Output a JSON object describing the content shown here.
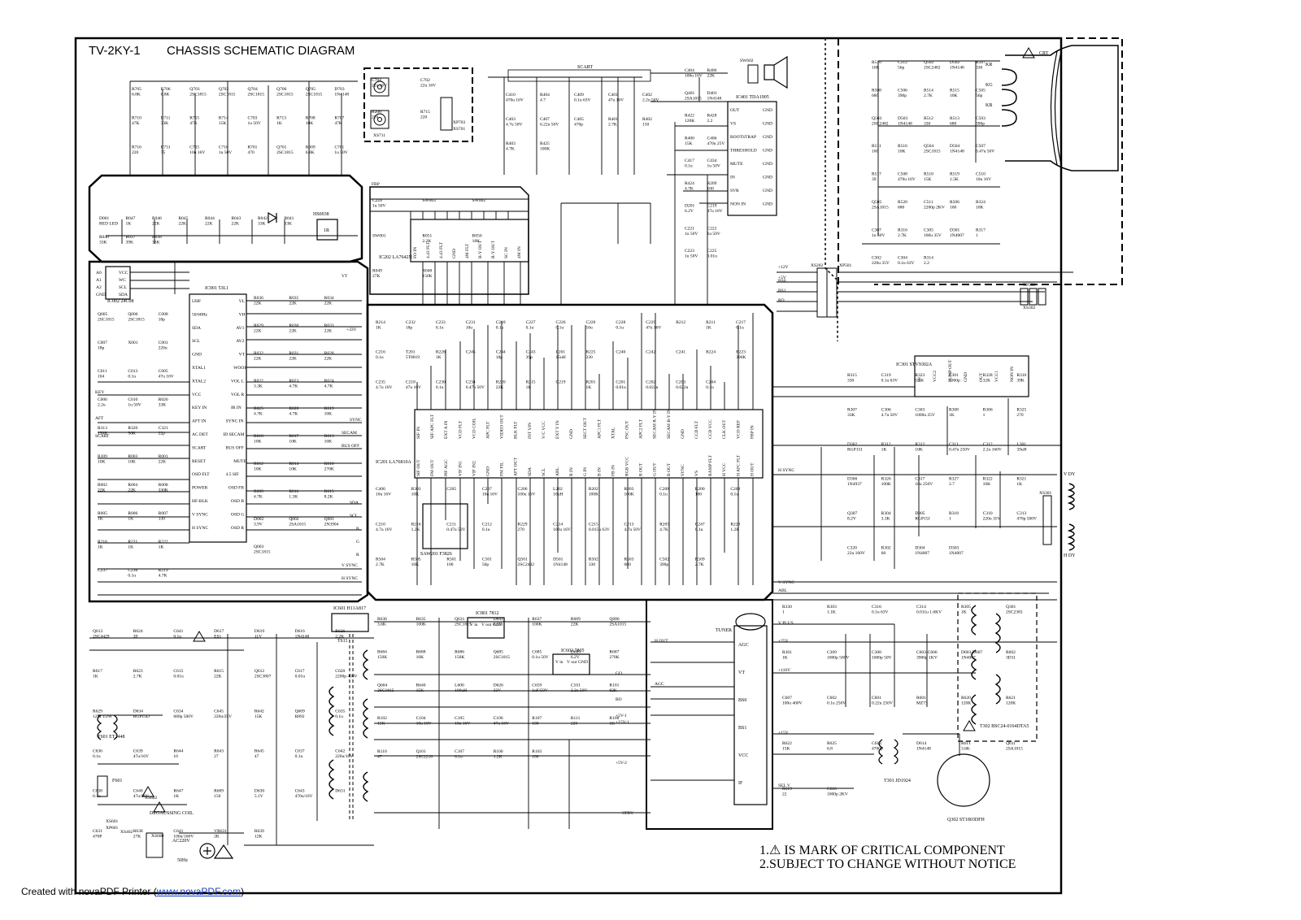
{
  "title": {
    "model": "TV-2KY-1",
    "name": "CHASSIS SCHEMATIC  DIAGRAM"
  },
  "notes": [
    "1.⚠ IS MARK OF CRITICAL COMPONENT",
    "2.SUBJECT TO CHANGE WITHOUT NOTICE"
  ],
  "footer": {
    "prefix": "Created with novaPDF Printer (",
    "link": "www.novaPDF.com",
    "suffix": ")"
  },
  "ics": {
    "ic001": {
      "name": "IC001 53L1",
      "left": [
        "UHF",
        "50/60Hz",
        "SDA",
        "SCL",
        "GND",
        "XTAL1",
        "XTAL2",
        "VCC",
        "KEY IN",
        "AFT IN",
        "AC DET",
        "SCART",
        "RESET",
        "OSD FLT",
        "POWER",
        "HF-BLK",
        "V SYNC",
        "H SYNC"
      ],
      "right": [
        "VL",
        "VH",
        "AV1",
        "AV2",
        "VT",
        "WOOF",
        "VOL L",
        "VOL R",
        "IR IN",
        "SYNC IN",
        "ID SECAM",
        "BUS OFF",
        "MUTE",
        "4.5 SIF",
        "OSD FB",
        "OSD B",
        "OSD G",
        "OSD R"
      ]
    },
    "ic201": {
      "name": "IC201 LA76810A",
      "top": [
        "SIF IN",
        "SIF APC FLT",
        "EXT A IN",
        "VCO FLT",
        "VCO COIL",
        "APC FLT",
        "VIDEO OUT",
        "BLK FLT",
        "INT VIN",
        "V/C VCC",
        "EXT Y IN",
        "GND",
        "SECT OUT",
        "APC1 FLT",
        "XTAL",
        "FSC OUT",
        "APC2 FLT",
        "SECAM R-Y IN",
        "SECAM B-Y IN",
        "GND",
        "CCD FLT",
        "CCD VCC",
        "CLK OUT",
        "VCO REF",
        "FBP IN"
      ],
      "bottom": [
        "SIF OUT",
        "FM OUT",
        "PIF AGC",
        "VIF IN1",
        "VIF IN2",
        "GND",
        "FM FIL",
        "AFT OUT",
        "SDA",
        "SCL",
        "ABL",
        "R IN",
        "G IN",
        "B IN",
        "FB IN",
        "RGB VCC",
        "R OUT",
        "G OUT",
        "B OUT",
        "SYNC",
        "VS",
        "RAMP FLT",
        "H VCC",
        "H AFC FLT",
        "H OUT"
      ]
    },
    "ic202": {
      "name": "IC202 LA7642N",
      "pins": [
        "FO IN",
        "4.43 FLT",
        "4.43 FLT",
        "GND",
        "4M FLT",
        "B-Y OUT",
        "R-Y OUT",
        "SC IN",
        "4M IN"
      ]
    },
    "ic301": {
      "name": "IC301 STV9302A",
      "pins": [
        "IN",
        "VCC2",
        "PUMP OUT",
        "GND",
        "OUT",
        "VCC1",
        "NON IN"
      ]
    },
    "ic401": {
      "name": "IC401 TDA1905",
      "pins": [
        "OUT",
        "VS",
        "BOOTSTRAP",
        "THRESHOLD",
        "MUTE",
        "IN",
        "SVR",
        "NON IN",
        "GND",
        "GND",
        "GND",
        "GND",
        "GND",
        "GND",
        "GND",
        "GND"
      ]
    },
    "ic002": {
      "name": "IC002 24C08",
      "pins": [
        "A0",
        "A1",
        "A2",
        "GND",
        "VCC",
        "WC",
        "SCL",
        "SDA"
      ]
    },
    "ic601": {
      "name": "IC601 H11A817"
    },
    "ic801": {
      "name": "IC801 7812",
      "pins": [
        "V in",
        "V out",
        "GND"
      ]
    },
    "ic602": {
      "name": "IC602 7805",
      "pins": [
        "V in",
        "V out",
        "GND"
      ]
    },
    "hs003": {
      "name": "HS0038",
      "label": "1R"
    },
    "tuner": {
      "name": "TUNER",
      "pins": [
        "AGC",
        "VT",
        "BS0",
        "BS1",
        "VCC",
        "IF"
      ]
    }
  },
  "blocks": {
    "scart": "SCART",
    "crt": "CRT",
    "crt_pins": [
      "KR",
      "KG",
      "KB"
    ],
    "t302": "T302  BSC24-0164DTA5",
    "t301": "T301 JD1924",
    "q302": "Q302 ST1803DFH",
    "t601": "T601 ET2448",
    "t611": "T611",
    "saw": "SAW201 F3826",
    "degauss": "DEGAUSSING COIL",
    "ac": "AC220V",
    "ac_hz": "50Hz",
    "fuse": "F601",
    "vdy": "V DY",
    "hdy": "H DY",
    "connectors": [
      "XS711",
      "XP703",
      "XS701",
      "XS202",
      "XP501",
      "XP502",
      "XS302",
      "XS301",
      "XS601",
      "XP601",
      "XS602",
      "XS600",
      "XS402",
      "SW602"
    ]
  },
  "buses": [
    "+12V",
    "+5V",
    "+33V",
    "+110V",
    "+25V",
    "+15V",
    "VT",
    "KEY",
    "AFT",
    "SCART",
    "SDA",
    "SCL",
    "SYNC",
    "SECAM",
    "BUS OFF",
    "B",
    "G",
    "R",
    "V SYNC",
    "H SYNC",
    "V SYNC",
    "H SYNC",
    "V PLUS",
    "ABL",
    "FBP",
    "SEL V",
    "H OUT",
    "AGC",
    "BS0",
    "BS1",
    "RO",
    "GO",
    "BO",
    "+5V-1",
    "+15V-1",
    "+5V-2",
    "STBY"
  ],
  "component_labels": [
    "R705 6.8K",
    "R706 6.8K",
    "Q703 2SC1815",
    "Q702 2SC1815",
    "Q704 2SC1815",
    "Q706 2SC1815",
    "Q705 2SC1815",
    "D703 1N4148",
    "R710 47K",
    "R711 33K",
    "R715 47K",
    "R714 15K",
    "C703 1u 50V",
    "R713 1K",
    "R708 10K",
    "R707 47K",
    "R716 220",
    "R731 75",
    "C715 10u 16V",
    "C716 1u 50V",
    "R701 470",
    "Q701 2SC1815",
    "R009 6.8K",
    "C701 1u 50V",
    "C704 22u 16V",
    "C702 22u 16V",
    "R206 220",
    "R715 220",
    "C410 470u 16V",
    "R404 4.7",
    "C409 0.1u 63V",
    "C401 47u 16V",
    "C402 2.2u 50V",
    "C403 4.7u 50V",
    "C407 6.22u 50V",
    "C405 470p",
    "R401 2.7K",
    "R402 150",
    "R403 4.7K",
    "R425 100K",
    "C404 100u 16V",
    "R406 22K",
    "Q401 2SA1015",
    "D401 1N4148",
    "R422 120K",
    "R428 2.2",
    "R400 15K",
    "C406 470u 25V",
    "C417 0.1u",
    "C434 1u 50V",
    "R424 4.7K",
    "R209 100",
    "D201 6.2V",
    "C219 47u 16V",
    "C221 1u 50V",
    "C222 1u 50V",
    "C223 1u 50V",
    "C225 0.01u",
    "C224 1u 50V",
    "SW003",
    "SW002",
    "SW001",
    "R051 2.2K",
    "R050 18K",
    "R049 27K",
    "R048 150K",
    "D001 RED LED",
    "R047 1K",
    "R046 22K",
    "R045 22K",
    "R044 22K",
    "R043 22K",
    "R042 33K",
    "R041 33K",
    "R040 33K",
    "R037 39K",
    "R038 33K",
    "R036 22K",
    "R035 22K",
    "R034 22K",
    "R029 22K",
    "R030 22K",
    "R033 22K",
    "R032 22K",
    "R031 22K",
    "R028 22K",
    "R022 3.3K",
    "R023 4.7K",
    "R024 4.7K",
    "R025 4.7K",
    "R020 4.7K",
    "R019 10K",
    "R018 10K",
    "R017 10K",
    "R013 10K",
    "R012 10K",
    "R014 10K",
    "R010 270K",
    "R009 4.7K",
    "R016 1.3K",
    "R015 8.2K",
    "D002 3.9V",
    "Q002 2SA1015",
    "Q001 2N3904",
    "Q003 2SC1815",
    "Q005 2SC1815",
    "Q006 2SC1815",
    "C008 18p",
    "C007 18p",
    "X001",
    "C001 220u",
    "C011 104",
    "C013 0.1u",
    "C005 47u 16V",
    "C006 2.2u",
    "C010 1u 50V",
    "R026 33K",
    "R313 150K",
    "R320 56K",
    "C321 22p",
    "R309 10K",
    "R003 10K",
    "R001 22K",
    "R002 22K",
    "R004 22K",
    "R008 330K",
    "R005 1K",
    "R006 1K",
    "R007 330",
    "R216 1K",
    "R221 1K",
    "R222 1K",
    "C237",
    "C236 0.1u",
    "R219 4.7K",
    "R214 1K",
    "C232 18p",
    "C233 0.1u",
    "C231 10u",
    "C218 0.1u",
    "C227 0.1u",
    "C226 0.1u",
    "C220 10u",
    "C228 0.1u",
    "C229 47u 16V",
    "R212",
    "R211 1K",
    "C217 0.1u",
    "C216 0.1u",
    "T201 5T8019",
    "R226 1K",
    "C245",
    "C244 18p",
    "C243 39p",
    "L201 15uH",
    "R225 330",
    "C240",
    "C242",
    "C241",
    "R224",
    "R223 390K",
    "C235 4.7u 16V",
    "C218 47u 16V",
    "C230 0.1u",
    "C234 0.47u 50V",
    "R220 22K",
    "R215 1K",
    "C219",
    "R201 1K",
    "C201 0.01u",
    "C202 0.022u",
    "C203 0.022u",
    "C204 0.1u",
    "C406 10u 16V",
    "R303 10K",
    "C205",
    "C207 10u 16V",
    "C206 100u 16V",
    "L202 10uH",
    "R202 100K",
    "R203 100K",
    "C208 0.1u",
    "R200 100",
    "C209 0.1u",
    "C210 4.7u 16V",
    "R216 1.2K",
    "C211 0.47u 50V",
    "C212 0.1u",
    "R229 270",
    "C214 100u 16V",
    "C215 0.015u 63V",
    "C213 4.7u 50V",
    "R205 4.7K",
    "C247 0.1u",
    "R228 1.2K",
    "R504 2.7K",
    "R505 10K",
    "R501 100",
    "C501 56p",
    "Q501 2SC2482",
    "D501 1N4148",
    "R502 330",
    "R503 680",
    "C502 390p",
    "R509 2.7K",
    "R510 10K",
    "C512 56p",
    "Q502 2SC2482",
    "D502 1N4148",
    "R507 330",
    "R508 680",
    "C506 390p",
    "R514 2.7K",
    "R515 10K",
    "C505 56p",
    "Q503 2SC2482",
    "D503 1N4148",
    "R512 330",
    "R513 680",
    "C503 390p",
    "R511 100",
    "R516 10K",
    "Q504 2SC1815",
    "D504 1N4148",
    "C507 0.47u 50V",
    "R517 39",
    "C508 470u 16V",
    "R518 15K",
    "R519 1.5K",
    "C510 10u 16V",
    "Q505 2SA1015",
    "R520 680",
    "C511 2200p 2KV",
    "R506 100",
    "R324 10K",
    "C307 1u 50V",
    "R316 2.7K",
    "C305 100u 35V",
    "D301 1N4007",
    "R317 1",
    "C302 220u 35V",
    "C304 0.1u 63V",
    "R314 2.2",
    "R315 330",
    "C319 0.1u 63V",
    "R323 5.6K",
    "C301 1000p",
    "R328 32K",
    "R310 39K",
    "R307 33K",
    "C306 4.7u 50V",
    "C303 1000u 25V",
    "R308 1K",
    "R306 1",
    "R325 270",
    "D302 RGP15J",
    "R312 1K",
    "R312 10K",
    "C311 0.47u 250V",
    "C312 2.2u 160V",
    "L301 39uH",
    "D306 1N4937",
    "R326 100K",
    "C317 10u 250V",
    "R327 2.7",
    "R322 10K",
    "R321 1K",
    "Q307 8.2V",
    "R304 3.3K",
    "D305 RGP15J",
    "R318 1",
    "C310 220u 35V",
    "C313 470p 500V",
    "C320 22u 160V",
    "R302 68",
    "D304 1N4007",
    "D303 1N4007",
    "R330 1",
    "R303 1.1K",
    "C316 0.1u 63V",
    "C314 0.011u 1.6KV",
    "R305 1K",
    "Q301 2SC2383",
    "R301 1K",
    "C309 1000p 500V",
    "C308 1000p 50V",
    "C603-C606 3900p 1KV",
    "D603-D607 1N4007",
    "R602 3D11",
    "C607 100u 400V",
    "C602 0.1u 250V",
    "C601 0.22u 250V",
    "R601 MZ73",
    "R620 120K",
    "R621 120K",
    "R622 15K",
    "R625 6.8",
    "C613 4700p",
    "D614 1N4148",
    "R611 3.6K",
    "Q611 2SA1015",
    "R619 22",
    "C616 1000p 2KV",
    "Q613 2SC4429",
    "R624 39",
    "C641 0.1u",
    "D617 ES1",
    "D619 11V",
    "D616 1N4148",
    "R626 2.2K",
    "R617 1K",
    "R623 2.7K",
    "C615 0.01u",
    "R615 22K",
    "Q612 2SC3807",
    "C617 0.01u",
    "C620 2200p 400V",
    "R629 12M 1/2W",
    "D634 RGP15D",
    "C634 680p 500V",
    "C645 220u/25V",
    "R642 15K",
    "Q609 B892",
    "C635 0.1u",
    "C636 0.1u",
    "C639 47u/16V",
    "R644 10",
    "R643 27",
    "R645 47",
    "C637 0.1u",
    "C642 220u/16V",
    "C638 0.1u",
    "C640 47u/16V",
    "R647 1K",
    "R609 150",
    "D630 5.1V",
    "C643 470u/16V",
    "D631",
    "C631 470P",
    "R638 27K",
    "C641 100u/160V",
    "VR631 2K",
    "R639 12K",
    "R636 3.6K",
    "R635 100K",
    "Q631 2SC1815",
    "D641 6.2V",
    "R637 100K",
    "R689 22K",
    "Q686 2SA1015",
    "R684 150K",
    "R688 10K",
    "R686 150K",
    "Q685 2SC1815",
    "C685 0.1u 50V",
    "D685 6.2V",
    "R687 270K",
    "Q604 2SC1815",
    "R640 15K",
    "L600 100uH",
    "D626 33V",
    "C659 1uF/50V",
    "C101 2.2u 50V",
    "R101 82K",
    "R102 15K",
    "C104 10u 16V",
    "C105 10u 16V",
    "C106 47u 16V",
    "R107 100",
    "R111 220",
    "R108 1K",
    "R110 47",
    "Q101 2SC2216",
    "C107 0.1u",
    "R106 1.2K",
    "R103 100"
  ]
}
